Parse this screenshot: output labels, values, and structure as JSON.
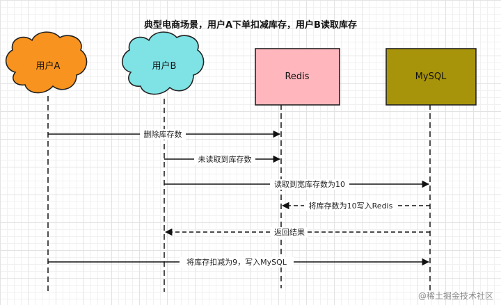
{
  "title": "典型电商场景，用户A下单扣减库存，用户B读取库存",
  "actors": [
    {
      "id": "userA",
      "label": "用户A",
      "shape": "cloud",
      "fill": "#f7931e"
    },
    {
      "id": "userB",
      "label": "用户B",
      "shape": "cloud",
      "fill": "#7fe3e5"
    },
    {
      "id": "redis",
      "label": "Redis",
      "shape": "box",
      "fill": "#ffb6bd"
    },
    {
      "id": "mysql",
      "label": "MySQL",
      "shape": "box",
      "fill": "#a8940a"
    }
  ],
  "messages": [
    {
      "from": "userA",
      "to": "redis",
      "label": "删除库存数",
      "style": "solid"
    },
    {
      "from": "userB",
      "to": "redis",
      "label": "未读取到库存数",
      "style": "solid"
    },
    {
      "from": "userB",
      "to": "mysql",
      "label": "读取到宽库存数为10",
      "style": "solid"
    },
    {
      "from": "mysql",
      "to": "redis",
      "label": "将库存数为10写入Redis",
      "style": "dashed"
    },
    {
      "from": "mysql",
      "to": "userB",
      "label": "返回结果",
      "style": "dashed"
    },
    {
      "from": "userA",
      "to": "mysql",
      "label": "将库存扣减为9，写入MySQL",
      "style": "solid"
    }
  ],
  "watermark": "@稀土掘金技术社区"
}
